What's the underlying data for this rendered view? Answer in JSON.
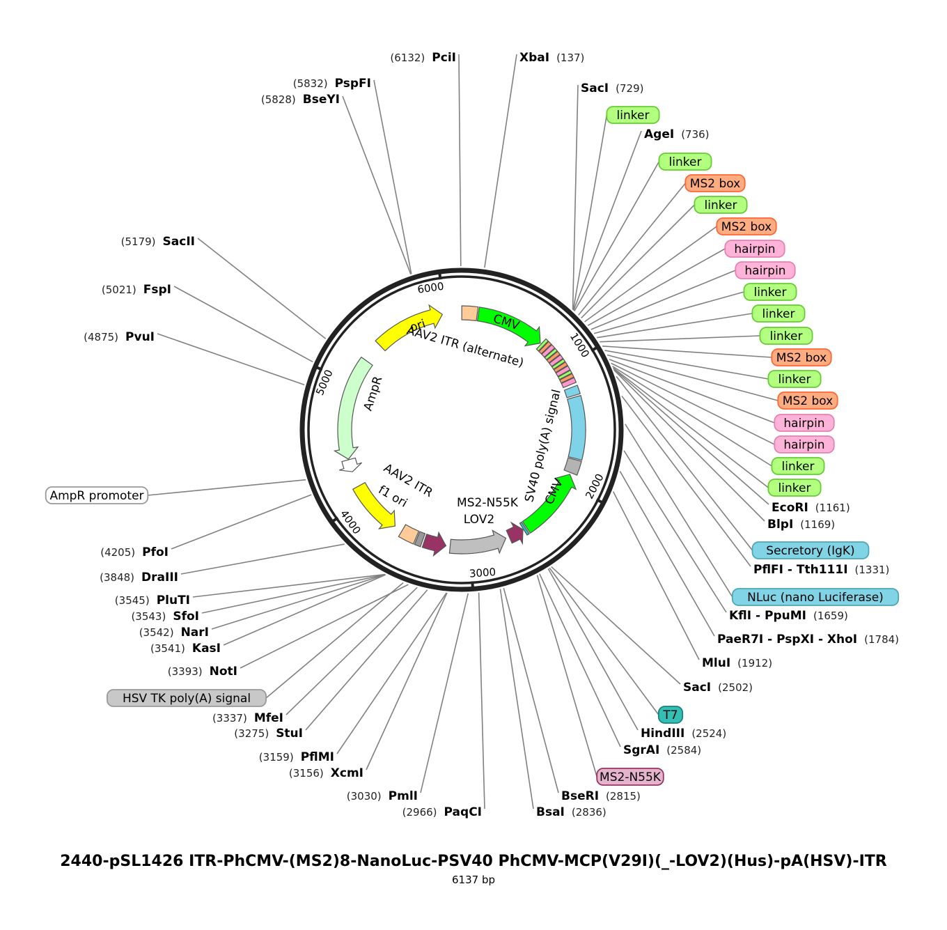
{
  "title": "2440-pSL1426 ITR-PhCMV-(MS2)8-NanoLuc-PSV40 PhCMV-MCP(V29I)(_-LOV2)(Hus)-pA(HSV)-ITR",
  "length_label": "6137 bp",
  "total_bp": 6137,
  "ticks": [
    {
      "bp": 1000,
      "label": "1000"
    },
    {
      "bp": 2000,
      "label": "2000"
    },
    {
      "bp": 3000,
      "label": "3000"
    },
    {
      "bp": 4000,
      "label": "4000"
    },
    {
      "bp": 5000,
      "label": "5000"
    },
    {
      "bp": 6000,
      "label": "6000"
    }
  ],
  "features": [
    {
      "name": "AAV2 ITR (alternate)",
      "start": 1,
      "end": 130,
      "color": "#ffcc99",
      "arrow": false
    },
    {
      "name": "CMV",
      "start": 140,
      "end": 720,
      "color": "#00ff00",
      "arrow": true
    },
    {
      "name": "linker",
      "start": 730,
      "end": 755,
      "color": "#99ff66",
      "arrow": false
    },
    {
      "name": "MS2 box",
      "start": 760,
      "end": 790,
      "color": "#ff9966",
      "arrow": false
    },
    {
      "name": "hairpin",
      "start": 795,
      "end": 830,
      "color": "#ff99cc",
      "arrow": false
    },
    {
      "name": "linker",
      "start": 835,
      "end": 860,
      "color": "#99ff66",
      "arrow": false
    },
    {
      "name": "MS2 box",
      "start": 865,
      "end": 895,
      "color": "#ff9966",
      "arrow": false
    },
    {
      "name": "hairpin",
      "start": 900,
      "end": 935,
      "color": "#ff99cc",
      "arrow": false
    },
    {
      "name": "linker",
      "start": 940,
      "end": 965,
      "color": "#99ff66",
      "arrow": false
    },
    {
      "name": "MS2 box",
      "start": 970,
      "end": 1000,
      "color": "#ff9966",
      "arrow": false
    },
    {
      "name": "hairpin",
      "start": 1005,
      "end": 1040,
      "color": "#ff99cc",
      "arrow": false
    },
    {
      "name": "linker",
      "start": 1045,
      "end": 1070,
      "color": "#99ff66",
      "arrow": false
    },
    {
      "name": "MS2 box",
      "start": 1075,
      "end": 1105,
      "color": "#ff9966",
      "arrow": false
    },
    {
      "name": "hairpin",
      "start": 1110,
      "end": 1150,
      "color": "#ff99cc",
      "arrow": false
    },
    {
      "name": "Secretory (IgK)",
      "start": 1175,
      "end": 1245,
      "color": "#7fd3e8",
      "arrow": false
    },
    {
      "name": "NLuc (nano Luciferase)",
      "start": 1260,
      "end": 1775,
      "color": "#7fd3e8",
      "arrow": false
    },
    {
      "name": "SV40 poly(A) signal",
      "start": 1785,
      "end": 1900,
      "color": "#b3b3b3",
      "arrow": false
    },
    {
      "name": "CMV",
      "start": 1915,
      "end": 2495,
      "color": "#00ff00",
      "arrow": true
    },
    {
      "name": "T7",
      "start": 2505,
      "end": 2525,
      "color": "#2bbfbf",
      "arrow": false
    },
    {
      "name": "MS2-N55K",
      "start": 2530,
      "end": 2660,
      "color": "#993366",
      "arrow": true
    },
    {
      "name": "LOV2",
      "start": 2690,
      "end": 3165,
      "color": "#bfbfbf",
      "arrow": true
    },
    {
      "name": "MS2-N55K",
      "start": 3200,
      "end": 3385,
      "color": "#993366",
      "arrow": true
    },
    {
      "name": "HSV TK poly(A) signal",
      "start": 3400,
      "end": 3450,
      "color": "#999999",
      "arrow": false
    },
    {
      "name": "AAV2 ITR",
      "start": 3460,
      "end": 3590,
      "color": "#ffcc99",
      "arrow": false
    },
    {
      "name": "f1 ori",
      "start": 3660,
      "end": 4115,
      "color": "#ffff00",
      "arrow": true
    },
    {
      "name": "AmpR promoter",
      "start": 4245,
      "end": 4350,
      "color": "#ffffff",
      "arrow": true
    },
    {
      "name": "AmpR",
      "start": 4355,
      "end": 5215,
      "color": "#ccffcc",
      "arrow": true
    },
    {
      "name": "ori",
      "start": 5385,
      "end": 5975,
      "color": "#ffff00",
      "arrow": true
    }
  ],
  "inner_labels": [
    {
      "text": "ori"
    },
    {
      "text": "CMV"
    },
    {
      "text": "AAV2 ITR (alternate)"
    },
    {
      "text": "AmpR"
    },
    {
      "text": "SV40 poly(A) signal"
    },
    {
      "text": "CMV"
    },
    {
      "text": "MS2-N55K"
    },
    {
      "text": "LOV2"
    },
    {
      "text": "AAV2 ITR"
    },
    {
      "text": "f1 ori"
    }
  ],
  "sites": [
    {
      "name": "PciI",
      "pos": "(6132)",
      "bp": 6132
    },
    {
      "name": "XbaI",
      "pos": "(137)",
      "bp": 137
    },
    {
      "name": "PspFI",
      "pos": "(5832)",
      "bp": 5832
    },
    {
      "name": "BseYI",
      "pos": "(5828)",
      "bp": 5828
    },
    {
      "name": "SacI",
      "pos": "(729)",
      "bp": 729
    },
    {
      "name": "AgeI",
      "pos": "(736)",
      "bp": 736
    },
    {
      "name": "SacII",
      "pos": "(5179)",
      "bp": 5179
    },
    {
      "name": "FspI",
      "pos": "(5021)",
      "bp": 5021
    },
    {
      "name": "PvuI",
      "pos": "(4875)",
      "bp": 4875
    },
    {
      "name": "EcoRI",
      "pos": "(1161)",
      "bp": 1161
    },
    {
      "name": "BlpI",
      "pos": "(1169)",
      "bp": 1169
    },
    {
      "name": "PflFI - Tth111I",
      "pos": "(1331)",
      "bp": 1331
    },
    {
      "name": "KflI - PpuMI",
      "pos": "(1659)",
      "bp": 1659
    },
    {
      "name": "PaeR7I - PspXI - XhoI",
      "pos": "(1784)",
      "bp": 1784
    },
    {
      "name": "MluI",
      "pos": "(1912)",
      "bp": 1912
    },
    {
      "name": "SacI",
      "pos": "(2502)",
      "bp": 2502
    },
    {
      "name": "HindIII",
      "pos": "(2524)",
      "bp": 2524
    },
    {
      "name": "SgrAI",
      "pos": "(2584)",
      "bp": 2584
    },
    {
      "name": "BseRI",
      "pos": "(2815)",
      "bp": 2815
    },
    {
      "name": "BsaI",
      "pos": "(2836)",
      "bp": 2836
    },
    {
      "name": "PaqCI",
      "pos": "(2966)",
      "bp": 2966
    },
    {
      "name": "PmlI",
      "pos": "(3030)",
      "bp": 3030
    },
    {
      "name": "XcmI",
      "pos": "(3156)",
      "bp": 3156
    },
    {
      "name": "PflMI",
      "pos": "(3159)",
      "bp": 3159
    },
    {
      "name": "StuI",
      "pos": "(3275)",
      "bp": 3275
    },
    {
      "name": "MfeI",
      "pos": "(3337)",
      "bp": 3337
    },
    {
      "name": "NotI",
      "pos": "(3393)",
      "bp": 3393
    },
    {
      "name": "KasI",
      "pos": "(3541)",
      "bp": 3541
    },
    {
      "name": "NarI",
      "pos": "(3542)",
      "bp": 3542
    },
    {
      "name": "SfoI",
      "pos": "(3543)",
      "bp": 3543
    },
    {
      "name": "PluTI",
      "pos": "(3545)",
      "bp": 3545
    },
    {
      "name": "DraIII",
      "pos": "(3848)",
      "bp": 3848
    },
    {
      "name": "PfoI",
      "pos": "(4205)",
      "bp": 4205
    }
  ],
  "feature_tags": [
    {
      "text": "linker",
      "bp": 733,
      "fill": "#b3ff80",
      "stroke": "#66cc33"
    },
    {
      "text": "linker",
      "bp": 742,
      "fill": "#b3ff80",
      "stroke": "#66cc33"
    },
    {
      "text": "MS2 box",
      "bp": 776,
      "fill": "#ffad80",
      "stroke": "#ff6633"
    },
    {
      "text": "linker",
      "bp": 800,
      "fill": "#b3ff80",
      "stroke": "#66cc33"
    },
    {
      "text": "MS2 box",
      "bp": 830,
      "fill": "#ffad80",
      "stroke": "#ff6633"
    },
    {
      "text": "hairpin",
      "bp": 860,
      "fill": "#ffb3d9",
      "stroke": "#e680b3"
    },
    {
      "text": "hairpin",
      "bp": 890,
      "fill": "#ffb3d9",
      "stroke": "#e680b3"
    },
    {
      "text": "linker",
      "bp": 920,
      "fill": "#b3ff80",
      "stroke": "#66cc33"
    },
    {
      "text": "linker",
      "bp": 950,
      "fill": "#b3ff80",
      "stroke": "#66cc33"
    },
    {
      "text": "linker",
      "bp": 980,
      "fill": "#b3ff80",
      "stroke": "#66cc33"
    },
    {
      "text": "MS2 box",
      "bp": 1010,
      "fill": "#ffad80",
      "stroke": "#ff6633"
    },
    {
      "text": "linker",
      "bp": 1040,
      "fill": "#b3ff80",
      "stroke": "#66cc33"
    },
    {
      "text": "MS2 box",
      "bp": 1070,
      "fill": "#ffad80",
      "stroke": "#ff6633"
    },
    {
      "text": "hairpin",
      "bp": 1100,
      "fill": "#ffb3d9",
      "stroke": "#e680b3"
    },
    {
      "text": "hairpin",
      "bp": 1125,
      "fill": "#ffb3d9",
      "stroke": "#e680b3"
    },
    {
      "text": "linker",
      "bp": 1145,
      "fill": "#b3ff80",
      "stroke": "#66cc33"
    },
    {
      "text": "linker",
      "bp": 1155,
      "fill": "#b3ff80",
      "stroke": "#66cc33"
    },
    {
      "text": "Secretory (IgK)",
      "bp": 1210,
      "fill": "#80d4e6",
      "stroke": "#4da6b3"
    },
    {
      "text": "NLuc (nano Luciferase)",
      "bp": 1500,
      "fill": "#80d4e6",
      "stroke": "#4da6b3"
    },
    {
      "text": "T7",
      "bp": 2515,
      "fill": "#33bfb3",
      "stroke": "#1a8080"
    },
    {
      "text": "MS2-N55K",
      "bp": 2600,
      "fill": "#e6b3cc",
      "stroke": "#993366"
    },
    {
      "text": "HSV TK poly(A) signal",
      "bp": 3425,
      "fill": "#c8c8c8",
      "stroke": "#999999"
    },
    {
      "text": "AmpR promoter",
      "bp": 4300,
      "fill": "#ffffff",
      "stroke": "#999999"
    }
  ],
  "colors": {
    "backbone": "#222222",
    "leader": "#808080"
  }
}
